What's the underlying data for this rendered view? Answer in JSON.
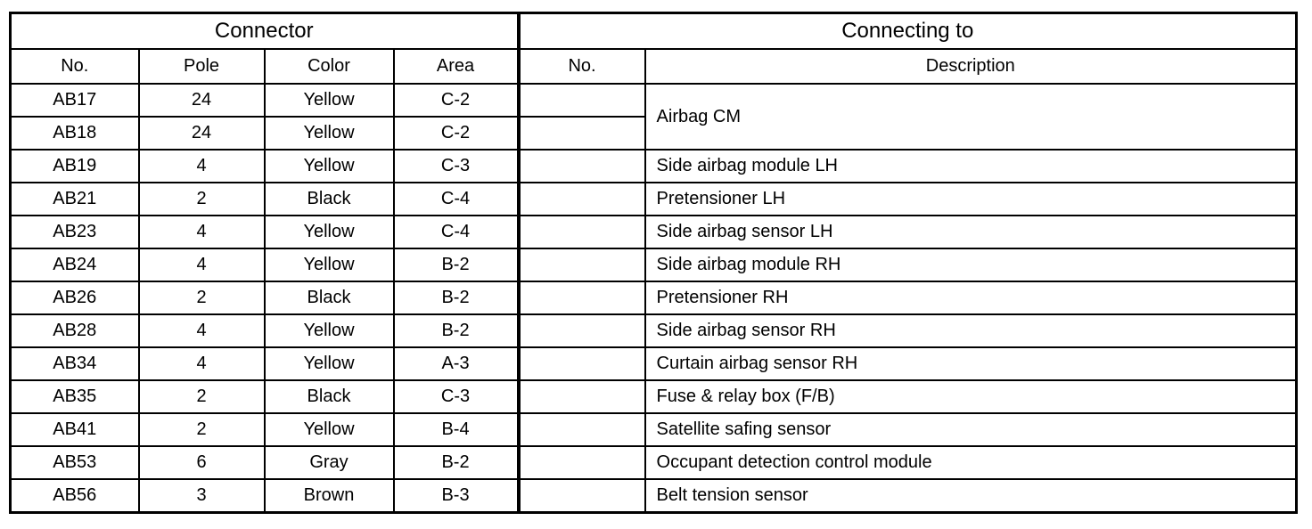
{
  "page": {
    "background_color": "#ffffff",
    "text_color": "#000000",
    "border_color": "#000000"
  },
  "table": {
    "groups": {
      "connector": "Connector",
      "connecting_to": "Connecting to"
    },
    "columns": [
      "No.",
      "Pole",
      "Color",
      "Area",
      "No.",
      "Description"
    ],
    "rows": [
      {
        "no": "AB17",
        "pole": "24",
        "color": "Yellow",
        "area": "C-2",
        "conn_no": "",
        "description": "Airbag CM",
        "desc_rowspan": 2
      },
      {
        "no": "AB18",
        "pole": "24",
        "color": "Yellow",
        "area": "C-2",
        "conn_no": "",
        "description": null
      },
      {
        "no": "AB19",
        "pole": "4",
        "color": "Yellow",
        "area": "C-3",
        "conn_no": "",
        "description": "Side airbag module LH"
      },
      {
        "no": "AB21",
        "pole": "2",
        "color": "Black",
        "area": "C-4",
        "conn_no": "",
        "description": "Pretensioner LH"
      },
      {
        "no": "AB23",
        "pole": "4",
        "color": "Yellow",
        "area": "C-4",
        "conn_no": "",
        "description": "Side airbag sensor LH"
      },
      {
        "no": "AB24",
        "pole": "4",
        "color": "Yellow",
        "area": "B-2",
        "conn_no": "",
        "description": "Side airbag module RH"
      },
      {
        "no": "AB26",
        "pole": "2",
        "color": "Black",
        "area": "B-2",
        "conn_no": "",
        "description": "Pretensioner RH"
      },
      {
        "no": "AB28",
        "pole": "4",
        "color": "Yellow",
        "area": "B-2",
        "conn_no": "",
        "description": "Side airbag sensor RH"
      },
      {
        "no": "AB34",
        "pole": "4",
        "color": "Yellow",
        "area": "A-3",
        "conn_no": "",
        "description": "Curtain airbag sensor RH"
      },
      {
        "no": "AB35",
        "pole": "2",
        "color": "Black",
        "area": "C-3",
        "conn_no": "",
        "description": "Fuse & relay box (F/B)"
      },
      {
        "no": "AB41",
        "pole": "2",
        "color": "Yellow",
        "area": "B-4",
        "conn_no": "",
        "description": "Satellite safing sensor"
      },
      {
        "no": "AB53",
        "pole": "6",
        "color": "Gray",
        "area": "B-2",
        "conn_no": "",
        "description": "Occupant detection control module"
      },
      {
        "no": "AB56",
        "pole": "3",
        "color": "Brown",
        "area": "B-3",
        "conn_no": "",
        "description": "Belt tension sensor"
      }
    ]
  }
}
